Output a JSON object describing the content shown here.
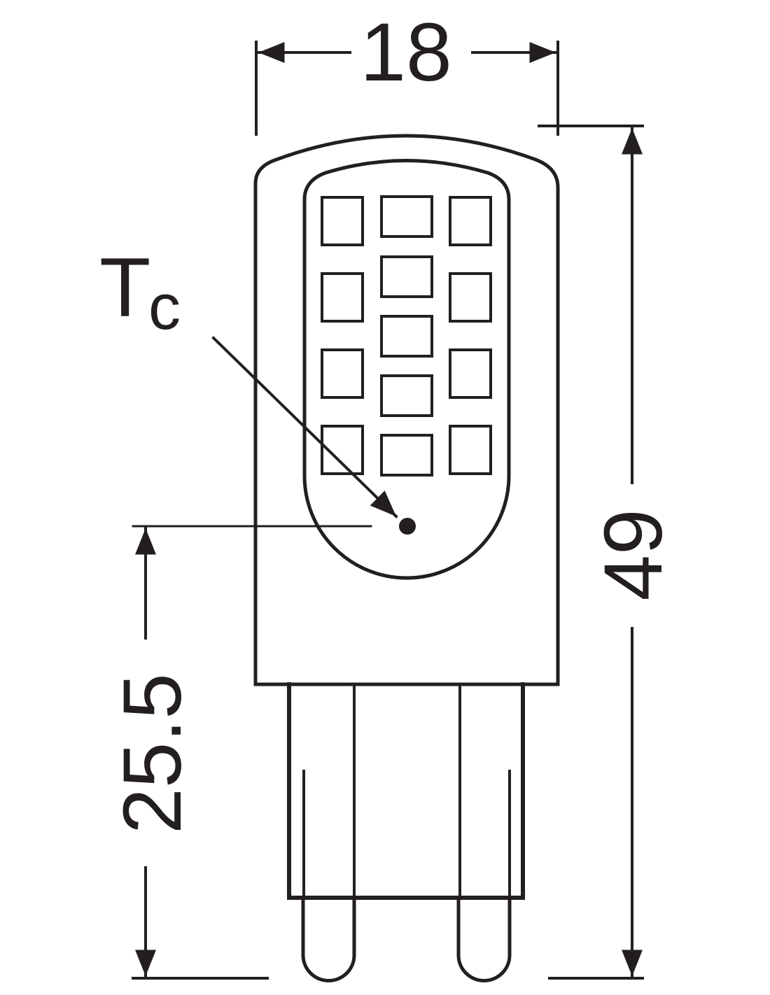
{
  "diagram": {
    "width_label": "18",
    "height_label": "49",
    "tc_height_label": "25.5",
    "tc_label_main": "T",
    "tc_label_sub": "c",
    "line_color": "#231f20"
  }
}
